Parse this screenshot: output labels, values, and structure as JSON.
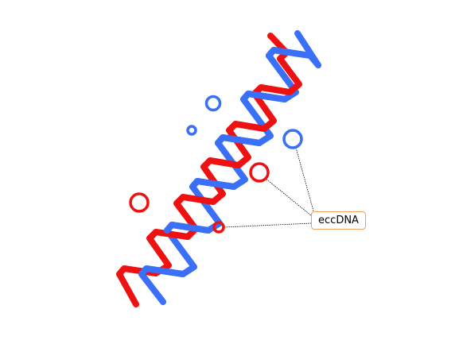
{
  "colors": {
    "strand_a": "#3a6ff7",
    "strand_b": "#ee1111",
    "label_border": "#f0a060",
    "leader_line": "#000000"
  },
  "helix": {
    "strand_a_name": "blue-strand",
    "strand_b_name": "red-strand"
  },
  "eccdna": {
    "label": "eccDNA",
    "circles": [
      {
        "id": "circle-blue-large-upper",
        "color": "strand_a"
      },
      {
        "id": "circle-blue-small-upper",
        "color": "strand_a"
      },
      {
        "id": "circle-blue-right",
        "color": "strand_a"
      },
      {
        "id": "circle-red-middle",
        "color": "strand_b"
      },
      {
        "id": "circle-red-left",
        "color": "strand_b"
      },
      {
        "id": "circle-red-small-lower",
        "color": "strand_b"
      }
    ]
  }
}
